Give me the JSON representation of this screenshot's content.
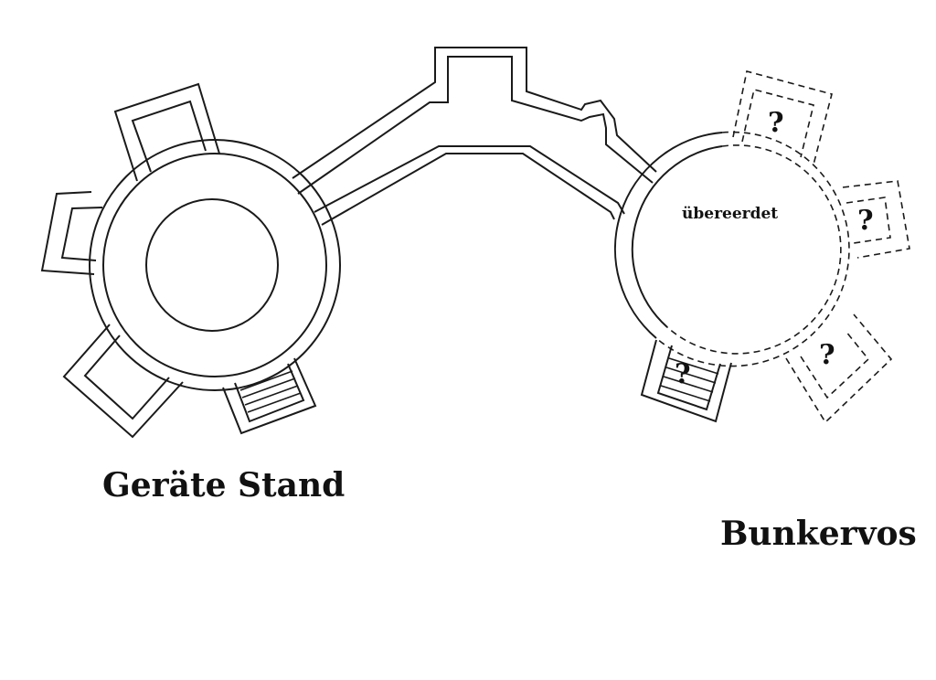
{
  "labels": {
    "left_structure": "Geräte Stand",
    "right_structure": "Bunkervos",
    "right_note": "übereerdet",
    "unknown_mark": "?"
  },
  "colors": {
    "ink": "#1a1a1a",
    "background": "#ffffff"
  }
}
